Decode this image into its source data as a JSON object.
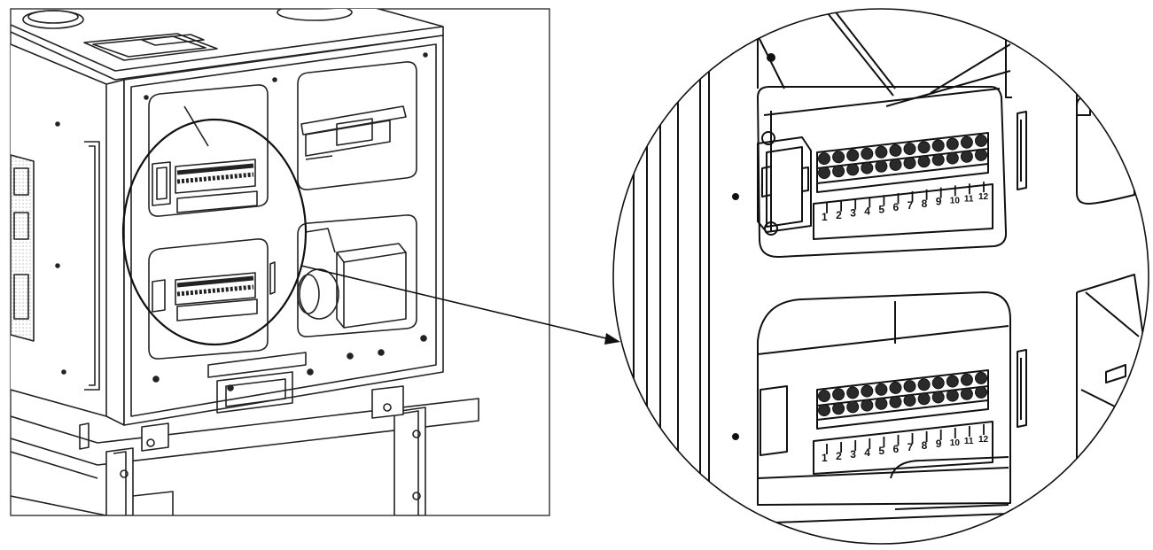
{
  "terminal_upper": {
    "labels": [
      "1",
      "2",
      "3",
      "4",
      "5",
      "6",
      "7",
      "8",
      "9",
      "10",
      "11",
      "12"
    ]
  },
  "terminal_lower": {
    "labels": [
      "1",
      "2",
      "3",
      "4",
      "5",
      "6",
      "7",
      "8",
      "9",
      "10",
      "11",
      "12"
    ]
  }
}
